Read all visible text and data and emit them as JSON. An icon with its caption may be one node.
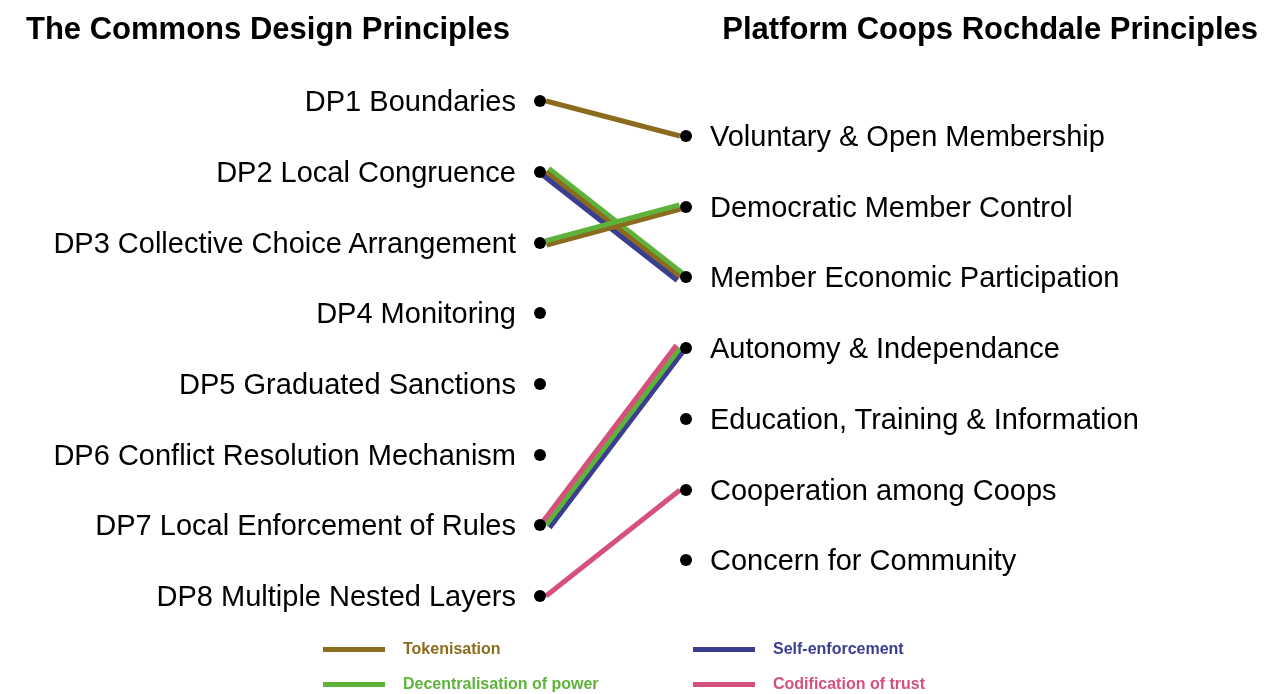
{
  "diagram": {
    "title": "The Commons Design Principles",
    "nodes": [
      {
        "text": [
          "DP1 Boundaries"
        ]
      },
      {
        "text": [
          "DP2 Local Congruence"
        ]
      },
      {
        "text": [
          "DP3 Collective Choice Arrangement"
        ]
      },
      {
        "text": [
          "DP4 Monitoring"
        ]
      },
      {
        "text": [
          "DP5 Graduated Sanctions"
        ]
      },
      {
        "text": [
          "DP6 Conflict Resolution Mechanism"
        ]
      },
      {
        "text": [
          "DP7 Local Enforcement of Rules"
        ]
      },
      {
        "text": [
          "DP8 Multiple Nested Layers"
        ]
      },
      {
        "text": [
          "Voluntary & Open Membership"
        ]
      },
      {
        "text": [
          "Democratic Member Control"
        ]
      },
      {
        "text": [
          "Member Economic Participation"
        ]
      },
      {
        "text": [
          "Autonomy & Independance"
        ]
      },
      {
        "text": [
          "Education, Training & Information"
        ]
      },
      {
        "text": [
          "Cooperation among Coops"
        ]
      },
      {
        "text": [
          "Concern for Community"
        ]
      }
    ],
    "edges": [
      {
        "from": 0,
        "to": 8,
        "arrow": "none",
        "color": "#8b6b1e"
      },
      {
        "from": 1,
        "to": 10,
        "arrow": "none",
        "color": "#5db33a"
      },
      {
        "from": 1,
        "to": 10,
        "arrow": "none",
        "color": "#8b6b1e"
      },
      {
        "from": 1,
        "to": 10,
        "arrow": "none",
        "color": "#3b3d8f"
      },
      {
        "from": 2,
        "to": 9,
        "arrow": "none",
        "color": "#8b6b1e"
      },
      {
        "from": 2,
        "to": 9,
        "arrow": "none",
        "color": "#5db33a"
      },
      {
        "from": 6,
        "to": 11,
        "arrow": "none",
        "color": "#3b3d8f"
      },
      {
        "from": 6,
        "to": 11,
        "arrow": "none",
        "color": "#5db33a"
      },
      {
        "from": 6,
        "to": 11,
        "arrow": "none",
        "color": "#d5507a"
      },
      {
        "from": 7,
        "to": 13,
        "arrow": "none",
        "color": "#d5507a"
      }
    ],
    "labels": [
      "Platform Coops Rochdale Principles"
    ],
    "legend": [
      {
        "text": "Tokenisation",
        "color": "#8b6b1e"
      },
      {
        "text": "Self-enforcement",
        "color": "#3b3d8f"
      },
      {
        "text": "Decentralisation of power",
        "color": "#5db33a"
      },
      {
        "text": "Codification of trust",
        "color": "#d5507a"
      }
    ]
  }
}
